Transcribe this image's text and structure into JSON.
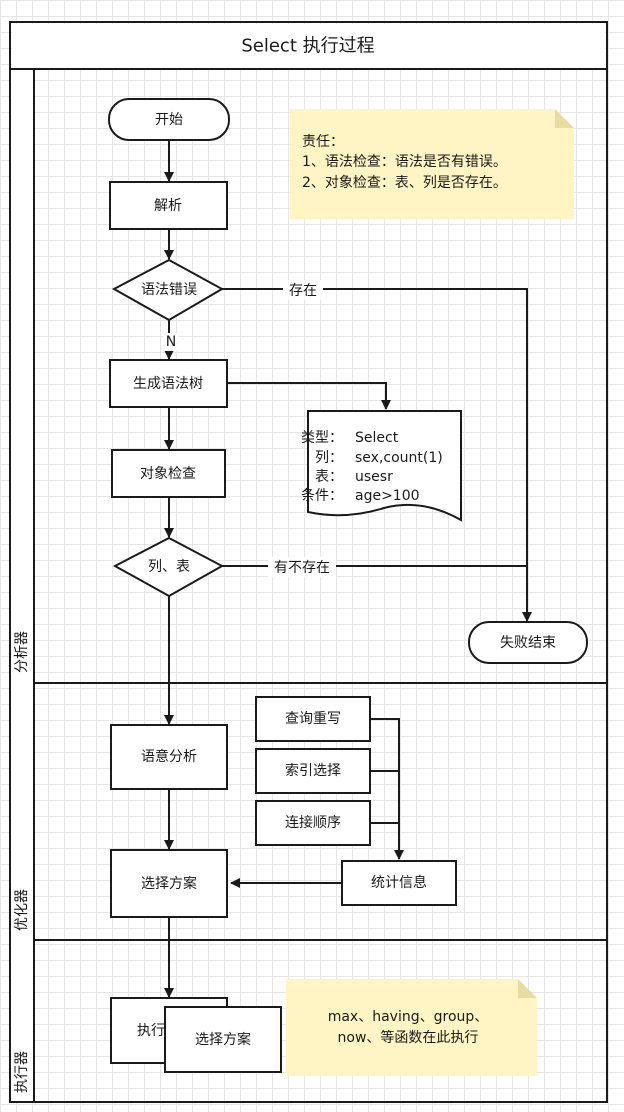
{
  "title": "Select 执行过程",
  "lanes": {
    "analyzer": "分析器",
    "optimizer": "优化器",
    "executor": "执行器"
  },
  "nodes": {
    "start": "开始",
    "parse": "解析",
    "syntax_error": "语法错误",
    "build_tree": "生成语法树",
    "object_check": "对象检查",
    "column_table": "列、表",
    "fail_end": "失败结束",
    "semantic_analysis": "语意分析",
    "choose_plan": "选择方案",
    "query_rewrite": "查询重写",
    "index_selection": "索引选择",
    "join_order": "连接顺序",
    "statistics": "统计信息",
    "execute_partial": "执行",
    "choose_plan_2": "选择方案"
  },
  "edge_labels": {
    "exists": "存在",
    "no": "N",
    "missing": "有不存在"
  },
  "note_responsibility": {
    "line1": "责任：",
    "line2": "1、语法检查：语法是否有错误。",
    "line3": "2、对象检查：表、列是否存在。"
  },
  "tree_doc": {
    "label_type": "类型：",
    "value_type": "Select",
    "label_column": "列：",
    "value_column": "sex,count(1)",
    "label_table": "表：",
    "value_table": "usesr",
    "label_condition": "条件：",
    "value_condition": "age>100"
  },
  "note_functions": {
    "line1": "max、having、group、",
    "line2": "now、等函数在此执行"
  },
  "colors": {
    "note_fill": "#fff4c3",
    "note_fold": "#e8dca0",
    "stroke": "#1a1a1a"
  }
}
